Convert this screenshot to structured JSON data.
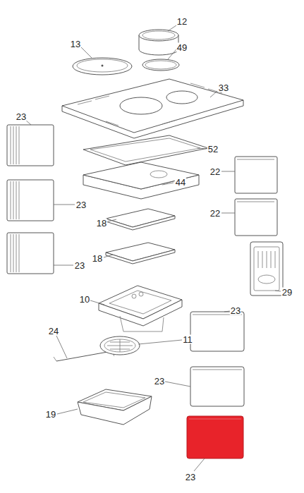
{
  "diagram": {
    "labels": [
      "12",
      "13",
      "49",
      "33",
      "23",
      "52",
      "22",
      "44",
      "23",
      "22",
      "18",
      "18",
      "23",
      "29",
      "10",
      "23",
      "24",
      "11",
      "23",
      "19",
      "23"
    ]
  }
}
